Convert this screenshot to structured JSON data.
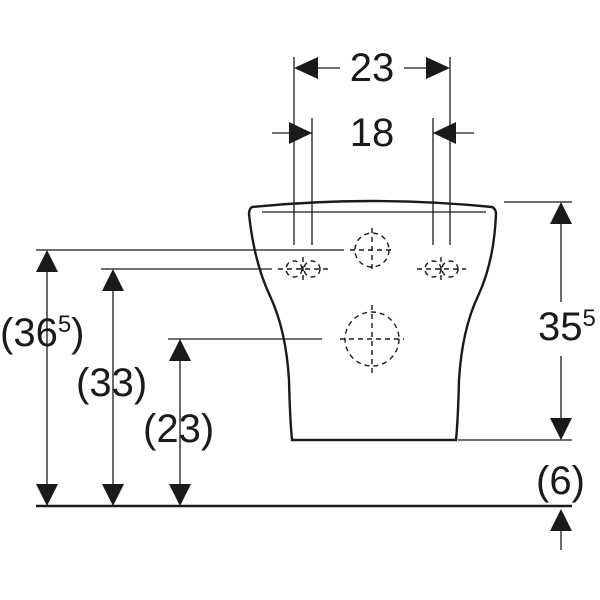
{
  "dimensions": {
    "top_width": "23",
    "inner_width": "18",
    "left_outer_main": "(36",
    "left_outer_sup": "5",
    "left_outer_close": ")",
    "left_middle": "(33)",
    "left_inner": "(23)",
    "right_height_main": "35",
    "right_height_sup": "5",
    "right_offset": "(6)"
  }
}
